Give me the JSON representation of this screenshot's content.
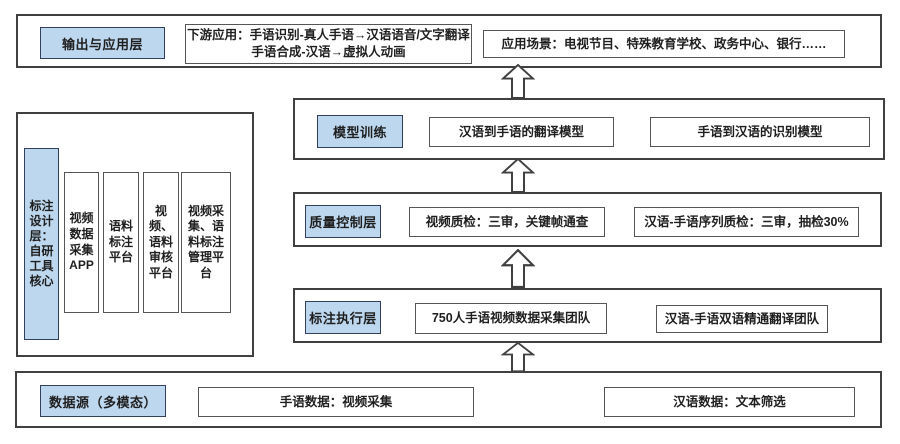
{
  "colors": {
    "label_fill": "#BDD7EE",
    "label_border": "#33405a",
    "box_border": "#555555",
    "container_border": "#404040"
  },
  "layers": {
    "output": {
      "label": "输出与应用层",
      "downstream_line1": "下游应用：手语识别-真人手语→汉语语音/文字翻译",
      "downstream_line2": "手语合成-汉语→虚拟人动画",
      "scenarios": "应用场景：电视节目、特殊教育学校、政务中心、银行……"
    },
    "model": {
      "label": "模型训练",
      "box1": "汉语到手语的翻译模型",
      "box2": "手语到汉语的识别模型"
    },
    "quality": {
      "label": "质量控制层",
      "box1": "视频质检：三审，关键帧通查",
      "box2": "汉语-手语序列质检：三审，抽检30%"
    },
    "execution": {
      "label": "标注执行层",
      "box1": "750人手语视频数据采集团队",
      "box2": "汉语-手语双语精通翻译团队"
    },
    "design": {
      "label": "标注设计层：自研工具核心",
      "tools": [
        "视频数据采集APP",
        "语料标注平台",
        "视频、语料审核平台",
        "视频采集、语料标注管理平台"
      ]
    },
    "datasource": {
      "label": "数据源（多模态）",
      "box1": "手语数据：视频采集",
      "box2": "汉语数据：文本筛选"
    }
  }
}
